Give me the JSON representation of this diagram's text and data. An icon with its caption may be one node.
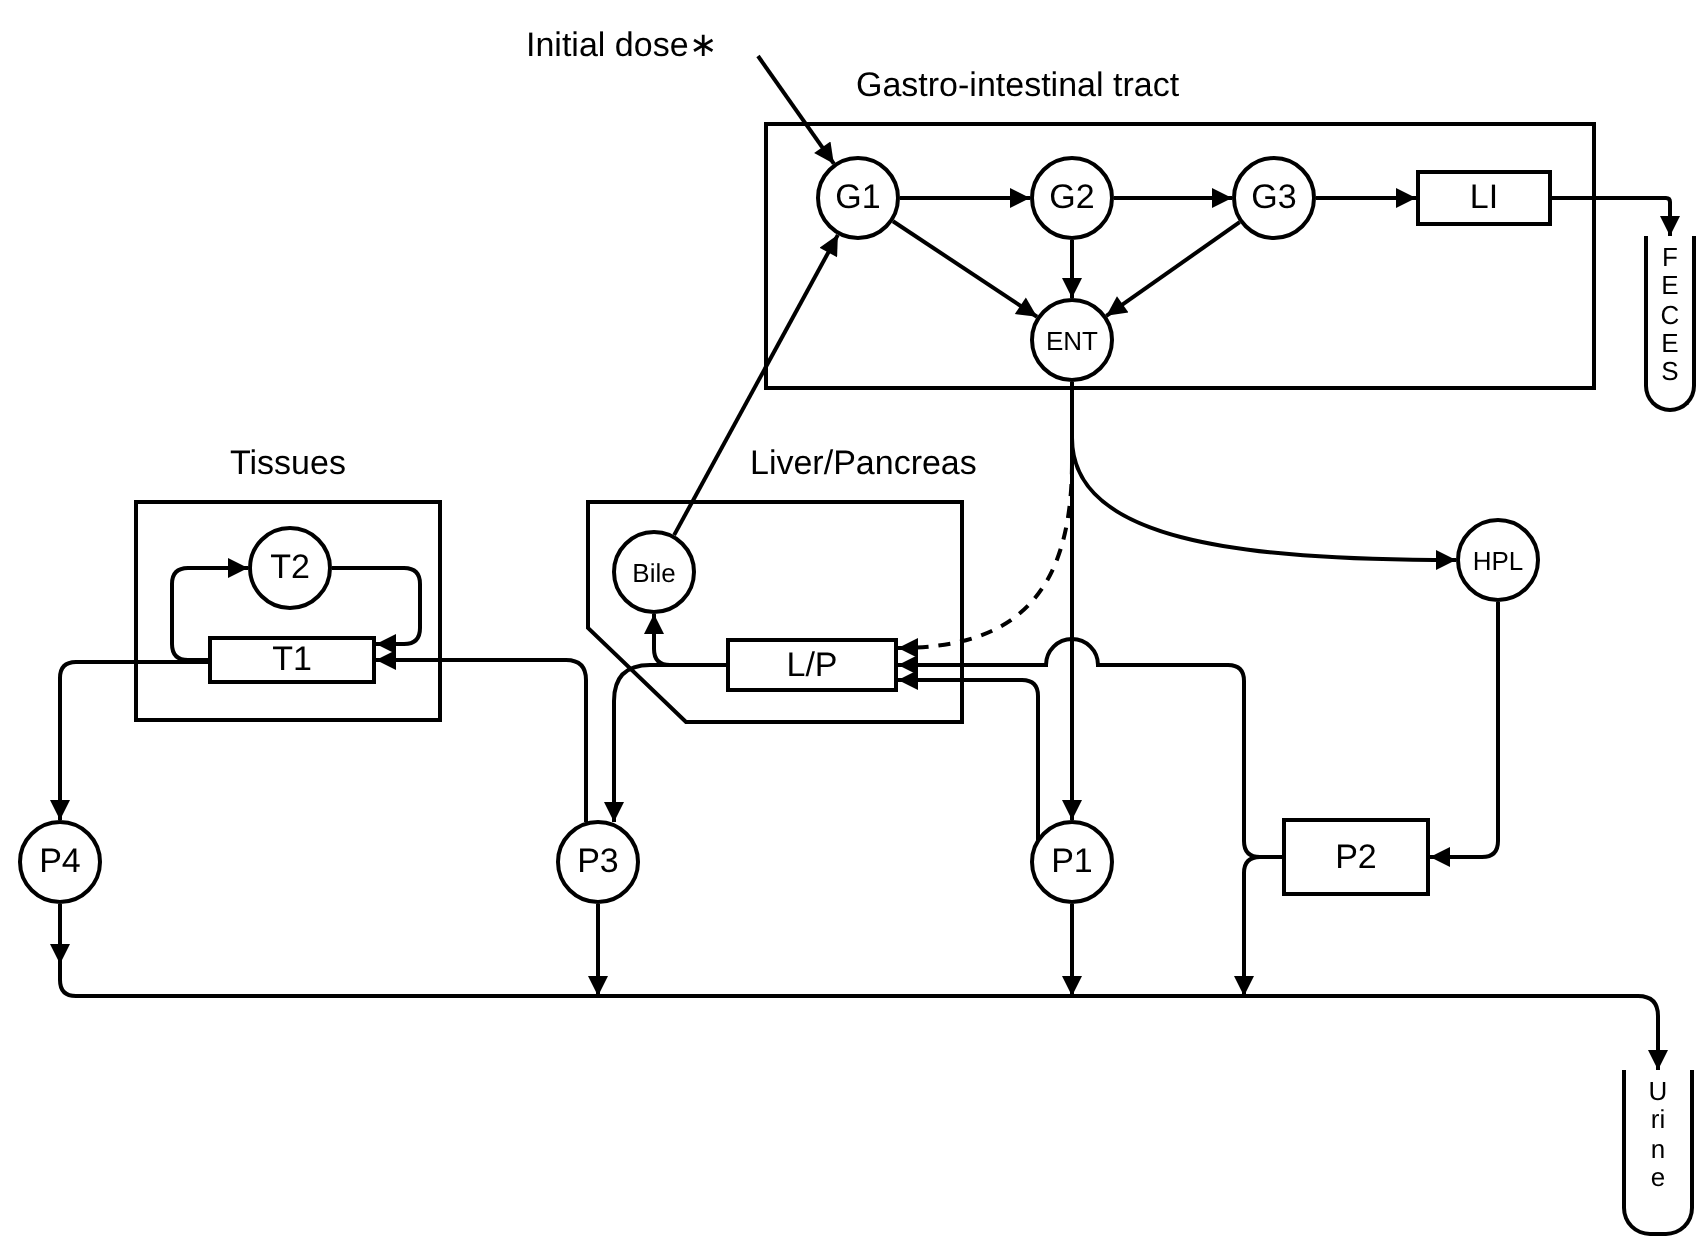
{
  "diagram": {
    "nodes": [
      {
        "text": [
          "Initial dose∗"
        ]
      },
      {
        "text": [
          "Gastro-intestinal tract"
        ]
      },
      {
        "text": [
          "G1"
        ],
        "in": 1
      },
      {
        "text": [
          "G2"
        ],
        "in": 1
      },
      {
        "text": [
          "G3"
        ],
        "in": 1
      },
      {
        "text": [
          "LI"
        ],
        "in": 1
      },
      {
        "text": [
          "ENT"
        ],
        "in": 1
      },
      {
        "text": [
          "FECES"
        ]
      },
      {
        "text": [
          "Tissues"
        ]
      },
      {
        "text": [
          "T2"
        ],
        "in": 8
      },
      {
        "text": [
          "T1"
        ],
        "in": 8
      },
      {
        "text": [
          "Liver/Pancreas"
        ]
      },
      {
        "text": [
          "Bile"
        ],
        "in": 11
      },
      {
        "text": [
          "L/P"
        ],
        "in": 11
      },
      {
        "text": [
          "HPL"
        ]
      },
      {
        "text": [
          "P4"
        ]
      },
      {
        "text": [
          "P3"
        ]
      },
      {
        "text": [
          "P1"
        ]
      },
      {
        "text": [
          "P2"
        ]
      },
      {
        "text": [
          "Urine"
        ]
      }
    ],
    "edges": [
      {
        "from": 0,
        "to": 2,
        "arrow": "to"
      },
      {
        "from": 2,
        "to": 3,
        "arrow": "to"
      },
      {
        "from": 3,
        "to": 4,
        "arrow": "to"
      },
      {
        "from": 4,
        "to": 5,
        "arrow": "to"
      },
      {
        "from": 2,
        "to": 6,
        "arrow": "to"
      },
      {
        "from": 3,
        "to": 6,
        "arrow": "to"
      },
      {
        "from": 4,
        "to": 6,
        "arrow": "to"
      },
      {
        "from": 5,
        "to": 7,
        "arrow": "to"
      },
      {
        "from": 12,
        "to": 2,
        "arrow": "to"
      },
      {
        "from": 6,
        "to": 17,
        "arrow": "to"
      },
      {
        "from": 6,
        "to": 14,
        "arrow": "to"
      },
      {
        "from": 6,
        "to": 13,
        "arrow": "to",
        "style": "dashed"
      },
      {
        "from": 9,
        "to": 10,
        "arrow": "to"
      },
      {
        "from": 10,
        "to": 9,
        "arrow": "to"
      },
      {
        "from": 10,
        "to": 15,
        "arrow": "to"
      },
      {
        "from": 16,
        "to": 10,
        "arrow": "to"
      },
      {
        "from": 13,
        "to": 12,
        "arrow": "to"
      },
      {
        "from": 13,
        "to": 16,
        "arrow": "to"
      },
      {
        "from": 17,
        "to": 13,
        "arrow": "to"
      },
      {
        "from": 18,
        "to": 13,
        "arrow": "to"
      },
      {
        "from": 14,
        "to": 18,
        "arrow": "to"
      },
      {
        "from": 15,
        "to": 19,
        "arrow": "to"
      },
      {
        "from": 16,
        "to": 19,
        "arrow": "to"
      },
      {
        "from": 17,
        "to": 19,
        "arrow": "to"
      },
      {
        "from": 18,
        "to": 19,
        "arrow": "to"
      }
    ]
  }
}
